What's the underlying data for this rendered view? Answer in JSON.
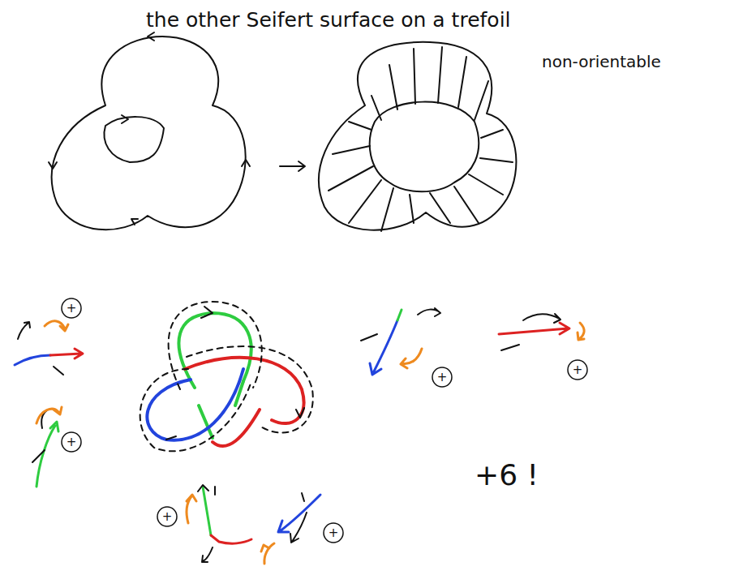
{
  "diagram": {
    "title": "the other Seifert surface on a trefoil",
    "labels": [
      "non-orientable",
      "+",
      "+",
      "+",
      "+",
      "+",
      "+",
      "+6 !"
    ]
  }
}
